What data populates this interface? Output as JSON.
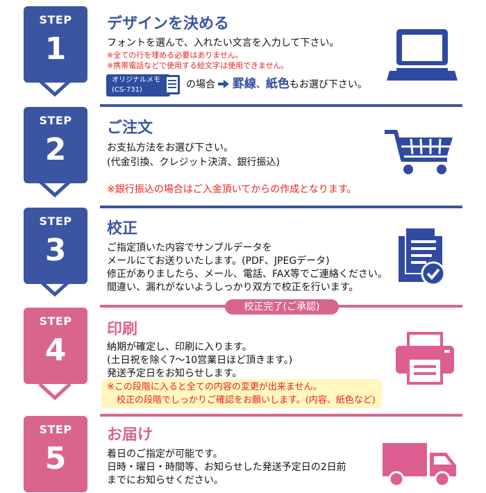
{
  "steps": [
    {
      "label": "STEP",
      "number": "1",
      "title": "デザインを決める",
      "lines": [
        "フォントを選んで、入れたい文言を入力して下さい。"
      ],
      "notes": [
        "※全ての行を埋める必要はありません。",
        "※携帯電話などで使用する絵文字は使用できません。"
      ],
      "memo_label_line1": "オリジナルメモ",
      "memo_label_line2": "(CS-731)",
      "memo_text_prefix": "の場合",
      "memo_text_emph1": "罫線",
      "memo_text_sep": "、",
      "memo_text_emph2": "紙色",
      "memo_text_suffix": "もお選び下さい。",
      "icon": "laptop-icon"
    },
    {
      "label": "STEP",
      "number": "2",
      "title": "ご注文",
      "lines": [
        "お支払方法をお選び下さい。",
        "(代金引換、クレジット決済、銀行振込)"
      ],
      "note": "※銀行振込の場合はご入金頂いてからの作成となります。",
      "icon": "shopping-cart-icon"
    },
    {
      "label": "STEP",
      "number": "3",
      "title": "校正",
      "lines": [
        "ご指定頂いた内容でサンプルデータを",
        "メールにてお送りいたします。(PDF、JPEGデータ)",
        "修正がありましたら、メール、電話、FAX等でご連絡ください。",
        "間違い、漏れがないようしっかり双方で校正を行います。"
      ],
      "icon": "document-check-icon"
    },
    {
      "label": "STEP",
      "number": "4",
      "title": "印刷",
      "divider_label": "校正完了(ご承認)",
      "lines": [
        "納期が確定し、印刷に入ります。",
        "(土日祝を除く7〜10営業日ほど頂きます。)",
        "発送予定日をお知らせします。"
      ],
      "notes": [
        "※この段階に入ると全ての内容の変更が出来ません。",
        "校正の段階でしっかりご確認をお願いします。(内容、紙色など)"
      ],
      "icon": "printer-icon"
    },
    {
      "label": "STEP",
      "number": "5",
      "title": "お届け",
      "lines": [
        "着日のご指定が可能です。",
        "日時・曜日・時間等、お知らせした発送予定日の2日前",
        "までにお知らせください。"
      ],
      "icon": "truck-icon"
    }
  ],
  "colors": {
    "blue": "#3c55a3",
    "pink": "#d9658f",
    "red": "#e8251f",
    "icon_blue": "#2f4aa0",
    "icon_pink": "#dd5f92",
    "highlight": "#fff7bd"
  }
}
